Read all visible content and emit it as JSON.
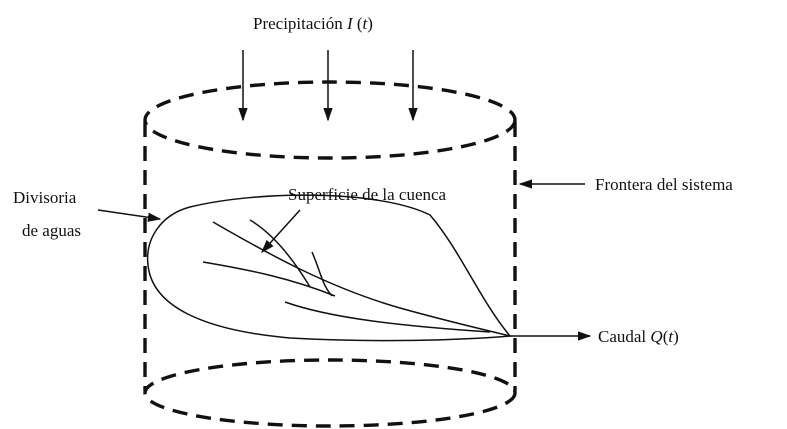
{
  "labels": {
    "precip_prefix": "Precipitación",
    "precip_symbol": "I",
    "precip_open": " (",
    "precip_var": "t",
    "precip_close": ")",
    "frontier": "Frontera del sistema",
    "divide_line1": "Divisoria",
    "divide_line2": "de aguas",
    "surface": "Superficie de la cuenca",
    "flow_prefix": "Caudal ",
    "flow_symbol": "Q",
    "flow_open": "(",
    "flow_var": "t",
    "flow_close": ")"
  },
  "colors": {
    "ink": "#111111",
    "background": "#ffffff"
  }
}
